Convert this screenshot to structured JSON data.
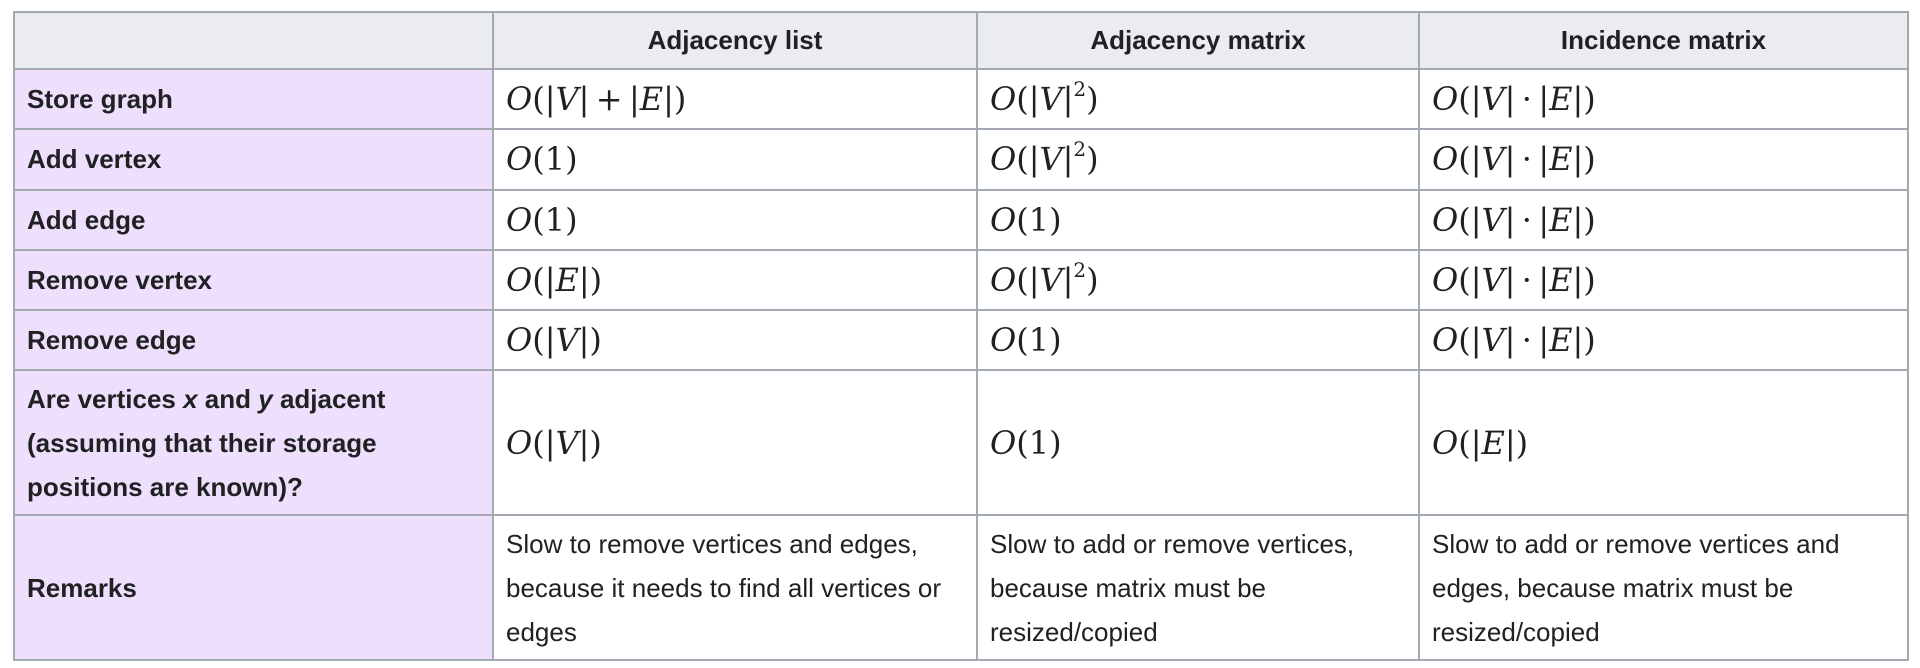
{
  "table": {
    "headers": [
      "",
      "Adjacency list",
      "Adjacency matrix",
      "Incidence matrix"
    ],
    "rows": [
      {
        "label": "Store graph",
        "cells": [
          "O(|V|+|E|)",
          "O(|V|²)",
          "O(|V|·|E|)"
        ]
      },
      {
        "label": "Add vertex",
        "cells": [
          "O(1)",
          "O(|V|²)",
          "O(|V|·|E|)"
        ]
      },
      {
        "label": "Add edge",
        "cells": [
          "O(1)",
          "O(1)",
          "O(|V|·|E|)"
        ]
      },
      {
        "label": "Remove vertex",
        "cells": [
          "O(|E|)",
          "O(|V|²)",
          "O(|V|·|E|)"
        ]
      },
      {
        "label": "Remove edge",
        "cells": [
          "O(|V|)",
          "O(1)",
          "O(|V|·|E|)"
        ]
      },
      {
        "label_parts": [
          "Are vertices ",
          "x",
          " and ",
          "y",
          " adjacent (assuming that their storage positions are known)?"
        ],
        "cells": [
          "O(|V|)",
          "O(1)",
          "O(|E|)"
        ]
      },
      {
        "label": "Remarks",
        "cells": [
          "Slow to remove vertices and edges, because it needs to find all vertices or edges",
          "Slow to add or remove vertices, because matrix must be resized/copied",
          "Slow to add or remove vertices and edges, because matrix must be resized/copied"
        ]
      }
    ]
  },
  "colors": {
    "header_bg": "#eaecf0",
    "row_header_bg": "#eee0fd",
    "border": "#a2a9b1",
    "text": "#202122"
  }
}
